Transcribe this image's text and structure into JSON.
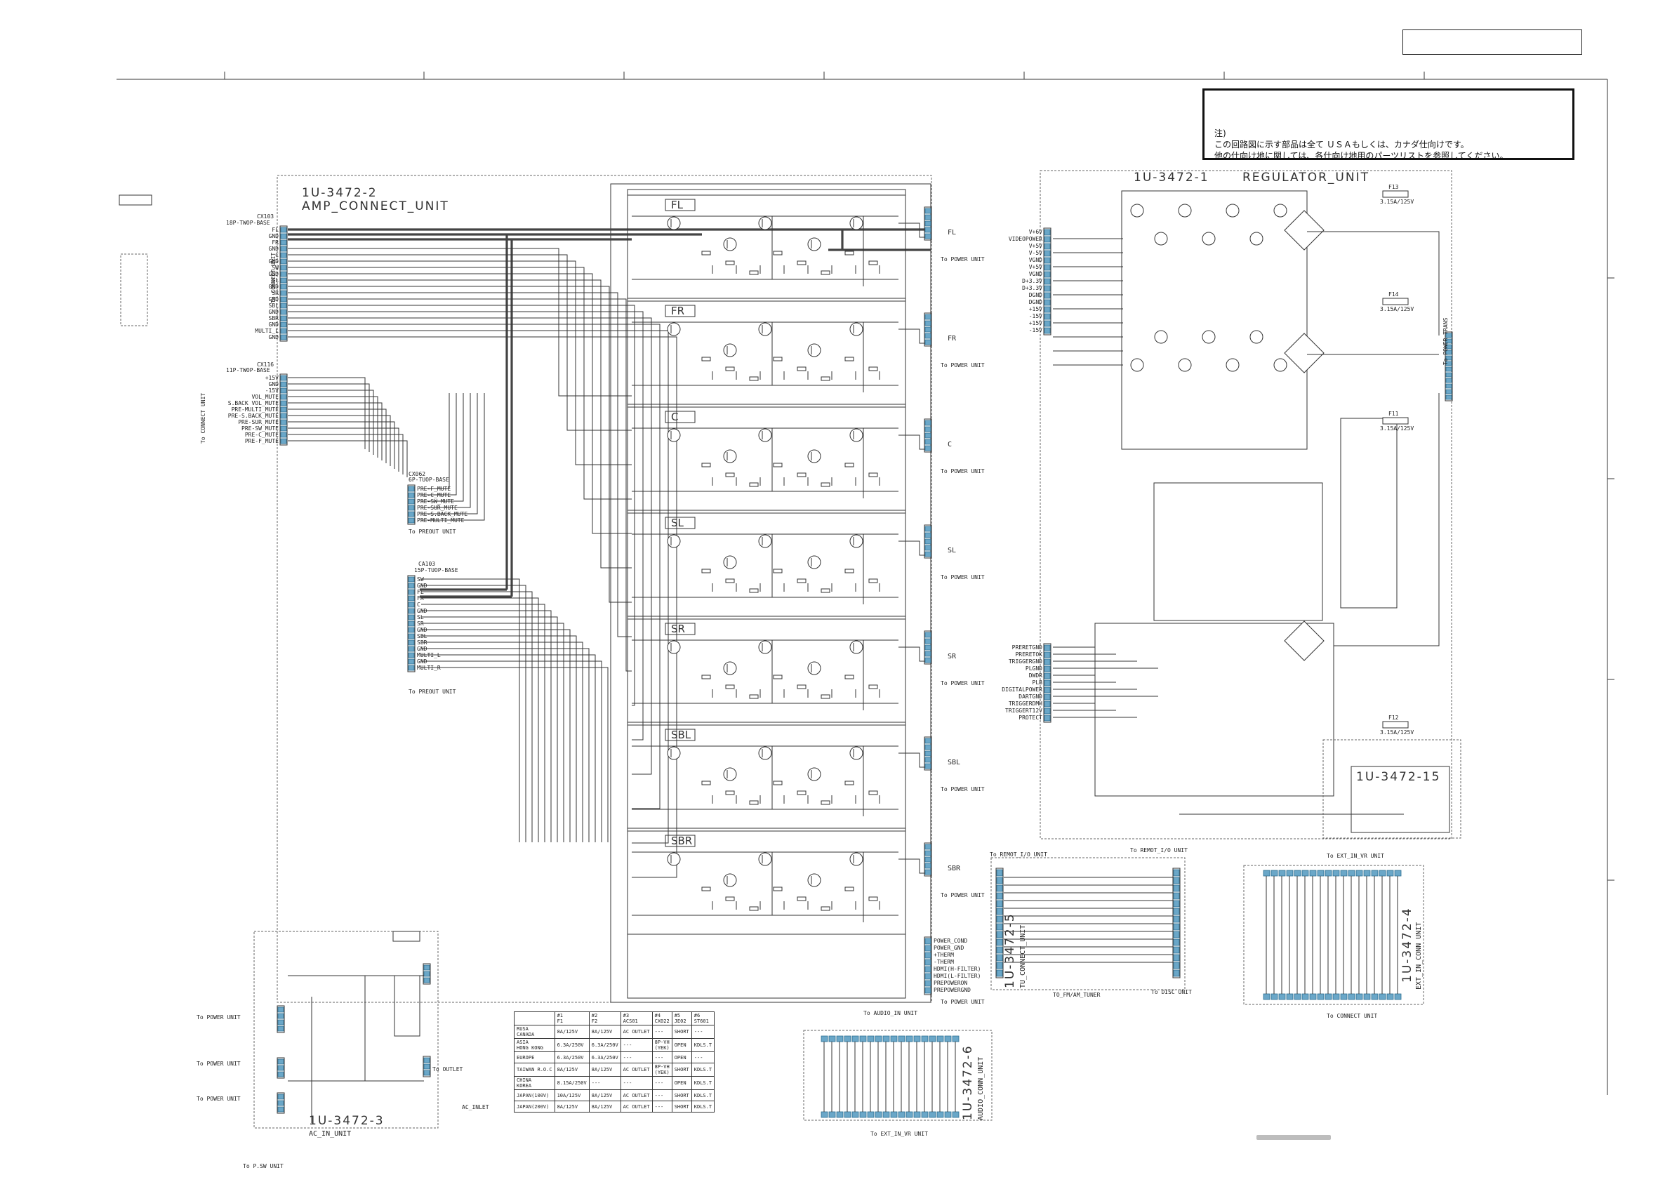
{
  "notes": {
    "marker": "注)",
    "line1": "この回路図に示す部品は全て ＵＳＡもしくは、カナダ仕向けです。",
    "line2": "他の仕向け地に関しては、各仕向け地用のパーツリストを参照してください。"
  },
  "units": {
    "amp_connect_id": "1U-3472-2",
    "amp_connect_name": "AMP_CONNECT_UNIT",
    "regulator_id": "1U-3472-1",
    "regulator_name": "REGULATOR_UNIT",
    "unit15": "1U-3472-15",
    "unit5": "1U-3472-5",
    "unit5_name": "TU_CONNECT_UNIT",
    "unit4": "1U-3472-4",
    "unit4_name": "EXT_IN_CONN UNIT",
    "unit6": "1U-3472-6",
    "unit6_name": "AUDIO_CONN_UNIT",
    "unit3": "1U-3472-3",
    "unit3_name": "AC_IN_UNIT"
  },
  "channels": [
    "FL",
    "FR",
    "C",
    "SL",
    "SR",
    "SBL",
    "SBR"
  ],
  "connectors": {
    "cx103": "CX103",
    "cx103_type": "18P-TWOP-BASE",
    "cx103_pins": [
      "FL",
      "GND",
      "FR",
      "GND",
      "C",
      "GND",
      "SW",
      "GND",
      "SL",
      "GND",
      "SR",
      "GND",
      "SBL",
      "GND",
      "SBR",
      "GND",
      "MULTI_L",
      "GND"
    ],
    "cx116": "CX116",
    "cx116_type": "11P-TWOP-BASE",
    "cx116_pins": [
      "+15V",
      "GND",
      "-15V",
      "VOL_MUTE",
      "S.BACK VOL_MUTE",
      "PRE-MULTI_MUTE",
      "PRE-S.BACK_MUTE",
      "PRE-SUR_MUTE",
      "PRE-SW_MUTE",
      "PRE-C_MUTE",
      "PRE-F_MUTE"
    ],
    "cx062": "CX062",
    "cx062_type": "6P-TUOP-BASE",
    "cx062_pins": [
      "PRE-F_MUTE",
      "PRE-C_MUTE",
      "PRE-SW_MUTE",
      "PRE-SUR_MUTE",
      "PRE-S.BACK_MUTE",
      "PRE-MULTI_MUTE"
    ],
    "ca103": "CA103",
    "ca103_type": "15P-TUOP-BASE",
    "ca103_pins": [
      "SW",
      "GND",
      "FL",
      "FR",
      "C",
      "GND",
      "SL",
      "SR",
      "GND",
      "SBL",
      "SBR",
      "GND",
      "MULTI_L",
      "GND",
      "MULTI_R"
    ],
    "reg_left_pins": [
      "V+6V",
      "VIDEOPOWER",
      "V+5V",
      "V-5V",
      "VGND",
      "V+5V",
      "VGND",
      "D+3.3V",
      "D+3.3V",
      "DGND",
      "DGND",
      "+15V",
      "-15V",
      "+15V",
      "-15V"
    ],
    "reg_lower_pins": [
      "PRERETGND",
      "PRERETOK",
      "TRIGGERGND",
      "PLGND",
      "DWDR",
      "PLB",
      "DIGITALPOWER",
      "DARTGND",
      "TRIGGERDMH",
      "TRIGGERT12V",
      "PROTECT"
    ],
    "power_pins": [
      "POWER_COND",
      "POWER_GND",
      "+THERM",
      "-THERM",
      "HDMI(H-FILTER)",
      "HDMI(L-FILTER)",
      "PREPOWERON",
      "PREPOWERGND"
    ]
  },
  "sheet_refs": {
    "to_connect": "To CONNECT UNIT",
    "to_power": "To POWER UNIT",
    "to_preout": "To PREOUT UNIT",
    "to_power_trans": "To POWER TRANS",
    "to_outlet": "To OUTLET",
    "to_audio_in": "To AUDIO_IN UNIT",
    "to_ext_in": "To EXT_IN_VR UNIT",
    "to_remote": "To REMOT_I/O UNIT",
    "to_disc": "To DISC UNIT",
    "to_tuner": "TO_FM/AM_TUNER",
    "to_p_sw": "To P.SW UNIT",
    "ac_inlet": "AC_INLET"
  },
  "fuses": [
    "F13",
    "F14",
    "F11",
    "F12"
  ],
  "fuse_rating": "3.15A/125V",
  "option_table": {
    "header": [
      "",
      "#1\nF1",
      "#2\nF2",
      "#3\nACS01",
      "#4\nCX022",
      "#5\nJE02",
      "#6\nST601"
    ],
    "rows": [
      [
        "RUSA\nCANADA",
        "8A/125V",
        "8A/125V",
        "AC OUTLET",
        "---",
        "SHORT",
        "---"
      ],
      [
        "ASIA\nHONG KONG",
        "6.3A/250V",
        "6.3A/250V",
        "---",
        "8P-VH\n(YEK)",
        "OPEN",
        "KDLS.T"
      ],
      [
        "EUROPE",
        "6.3A/250V",
        "6.3A/250V",
        "---",
        "---",
        "OPEN",
        "---"
      ],
      [
        "TAIWAN R.O.C",
        "8A/125V",
        "8A/125V",
        "AC OUTLET",
        "8P-VH\n(YEK)",
        "SHORT",
        "KDLS.T"
      ],
      [
        "CHINA\nKOREA",
        "8.15A/250V",
        "---",
        "---",
        "---",
        "OPEN",
        "KDLS.T"
      ],
      [
        "JAPAN(100V)",
        "10A/125V",
        "8A/125V",
        "AC OUTLET",
        "---",
        "SHORT",
        "KDLS.T"
      ],
      [
        "JAPAN(200V)",
        "8A/125V",
        "8A/125V",
        "AC OUTLET",
        "---",
        "SHORT",
        "KDLS.T"
      ]
    ]
  }
}
